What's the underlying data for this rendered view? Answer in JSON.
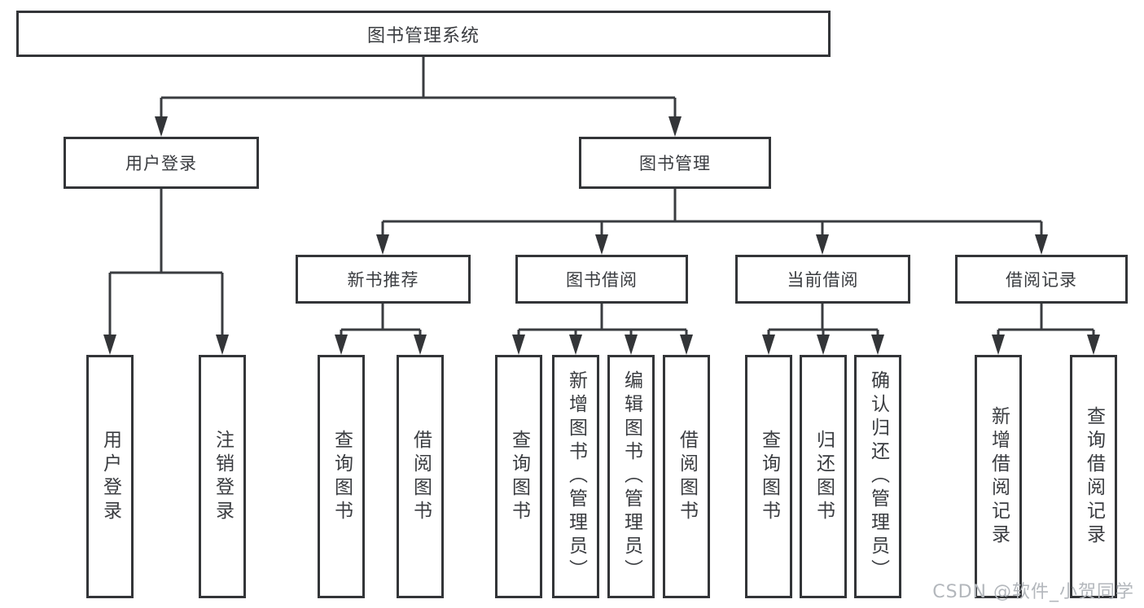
{
  "diagram": {
    "root": {
      "label": "图书管理系统"
    },
    "branches": [
      {
        "label": "用户登录",
        "children": [
          {
            "label": "用户登录"
          },
          {
            "label": "注销登录"
          }
        ]
      },
      {
        "label": "图书管理",
        "sections": [
          {
            "label": "新书推荐",
            "children": [
              {
                "label": "查询图书"
              },
              {
                "label": "借阅图书"
              }
            ]
          },
          {
            "label": "图书借阅",
            "children": [
              {
                "label": "查询图书"
              },
              {
                "label": "新增图书（管理员）"
              },
              {
                "label": "编辑图书（管理员）"
              },
              {
                "label": "借阅图书"
              }
            ]
          },
          {
            "label": "当前借阅",
            "children": [
              {
                "label": "查询图书"
              },
              {
                "label": "归还图书"
              },
              {
                "label": "确认归还（管理员）"
              }
            ]
          },
          {
            "label": "借阅记录",
            "children": [
              {
                "label": "新增借阅记录"
              },
              {
                "label": "查询借阅记录"
              }
            ]
          }
        ]
      }
    ]
  },
  "watermark": {
    "text": "CSDN @软件_小贺同学"
  },
  "colors": {
    "line": "#3a3c40",
    "border": "#333538",
    "text": "#3a3c40",
    "watermark": "#b3b7bc",
    "background": "#ffffff"
  }
}
